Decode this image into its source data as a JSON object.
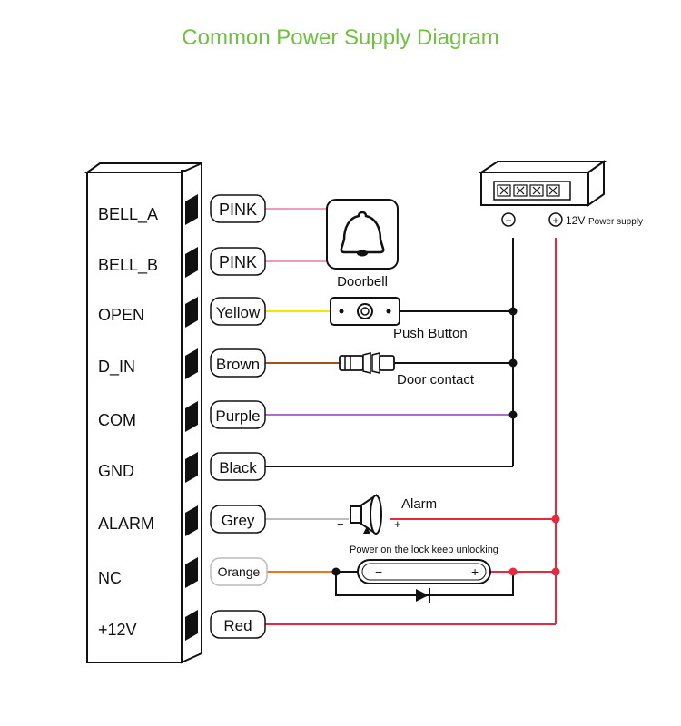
{
  "title": "Common Power Supply Diagram",
  "colors": {
    "title": "#6fc13f",
    "pink": "#f29bc0",
    "yellow": "#f4e600",
    "brown": "#a0521d",
    "purple": "#b06ccf",
    "black": "#111111",
    "grey": "#bdbdbd",
    "orange": "#e8791f",
    "red": "#e8283c"
  },
  "terminals": [
    {
      "name": "BELL_A",
      "wire": "PINK"
    },
    {
      "name": "BELL_B",
      "wire": "PINK"
    },
    {
      "name": "OPEN",
      "wire": "Yellow"
    },
    {
      "name": "D_IN",
      "wire": "Brown"
    },
    {
      "name": "COM",
      "wire": "Purple"
    },
    {
      "name": "GND",
      "wire": "Black"
    },
    {
      "name": "ALARM",
      "wire": "Grey"
    },
    {
      "name": "NC",
      "wire": "Orange"
    },
    {
      "name": "+12V",
      "wire": "Red"
    }
  ],
  "devices": {
    "doorbell": "Doorbell",
    "push_button": "Push Button",
    "door_contact": "Door contact",
    "alarm": "Alarm",
    "lock_note": "Power on the lock keep unlocking",
    "lock_minus": "−",
    "lock_plus": "+",
    "alarm_minus": "−",
    "alarm_plus": "+"
  },
  "power_supply": {
    "label": "Power supply",
    "voltage": "12V",
    "neg_symbol": "−",
    "pos_symbol": "+"
  }
}
